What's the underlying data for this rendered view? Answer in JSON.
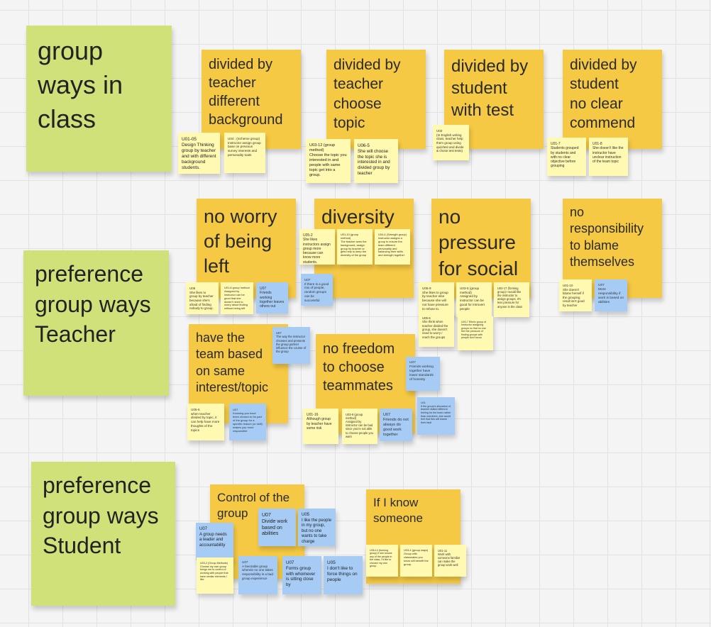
{
  "sections": {
    "group_ways": "group\nways in\nclass",
    "pref_teacher": "preference\ngroup ways\nTeacher",
    "pref_student": "preference\ngroup ways\nStudent"
  },
  "themes": {
    "div_teacher_bg": "divided by\nteacher\ndifferent\nbackground",
    "div_teacher_topic": "divided by\nteacher\nchoose\ntopic",
    "div_student_test": "divided by\nstudent\nwith test",
    "div_student_nocommend": "divided by\nstudent\nno clear\ncommend",
    "no_worry": "no worry\nof being\nleft",
    "diversity": "diversity",
    "no_pressure": "no\npressure\nfor social",
    "no_responsibility": "no\nresponsibility\nto blame\nthemselves",
    "same_interest": "have the\nteam based\non same\ninterest/topic",
    "no_freedom": "no freedom\nto choose\nteammates",
    "control_group": "Control of the\ngroup",
    "if_i_know": "If I know\nsomeone"
  },
  "notes": {
    "n1": "U01-05\nDesign Thinking group by teacher and with different background students.",
    "n2": "U04 : (Scheme group) Instructor assign group base on previous survey interests and personality traits",
    "n3": "U03-12 (group method)\nChoose the topic you interested in and people with same topic get into a group.",
    "n4": "U06-5\nShe will choose the topic she is interested in and divided group by teacher",
    "n5": "U03\n(In English writing class, teacher help them group using quiz/test and divide & chose test tests)",
    "n6": "U01-7\nStudents grouped by students and with no clear objective before grouping",
    "n7": "U01-8\nShe doesn't like the instructor have unclear instruction of the team topic",
    "n8": "U05-2\nShe likes instructors assign group more because can know more students.",
    "n9": "U01-10 (group method)\nThe teacher sees the background, assign group by teacher or gets help to keep the diversity of the group",
    "n10": "U04-4 (Strength group) Instructor assigns a group to ensure the team different personality and balancing their skills and strength together",
    "n11": "U07\nIf there is a good mix of people, random groups can be successful",
    "n12": "U05\nShe likes to group by teacher because she's afraid of finding nobody to group.",
    "n13": "U01-6 group method Assigned by instructor can be good that she doesn't need to worry about finding without being left",
    "n14": "U07\nFriends working together leaves others out",
    "n15": "U05-9\nShe likes to group by teacher else because she will not have pressure to refuse to.",
    "n16": "U03-5 (group method)\nAssigned by instructor can be good for Introvert people",
    "n17": "U02-17 (forming group) I would like the instructor to assign groups. It's less pressure for anyone in the class",
    "n18": "U05-6\nShe think when teacher divided the group, she doesn't need to worry / reach the groups",
    "n19": "U03-7 Ethnic group of Instructor assigning groups so that no one feel the pressure of finding groups with people don't know",
    "n20": "U01-10\nShe doesn't blame herself if the grouping result isn't good by teacher",
    "n21": "U07\nMore responsibility if work is based on abilities",
    "n22": "U07\nThe way the instructor chooses and presents the group partner influence the course of the group",
    "n23": "U05-5\nwhen teacher divided by topic, it can help have more thoughts of the topics",
    "n24": "U07\nKnowing you have been chosen to be part of the group for a specific reason (or skill) makes you more responsible",
    "n25": "U07\nFriends working together have lower standards of honesty",
    "n26": "U01\nIf the group's allocation of teacher stated different feeling for the team rather than members, she would feel that this will blame their fault",
    "n27": "U01-16\nAlthough group by teacher have some risk",
    "n28": "U03-9 (group method)\nAssigned by instructor can be bad since you're not able to choose people you want",
    "n29": "U07\nFriends do not always do good work together",
    "n30": "U07\nA group needs a leader and accountability",
    "n31": "U07\nDivide work based on abilities",
    "n32": "U05\nI like the people in my group, but no one wants to take charge",
    "n33": "U03-2 (Group Methods)\nChoose my own group brings me to control of working with people that have similar elements I like",
    "n34": "U07\nA favorable group wherein no one takes responsibility is a bad group experience",
    "n35": "U07\nForms group with whomever is sitting close by",
    "n36": "U05\nI don't like to force things on people",
    "n37": "U06-14 (forming group) If she knows any of the people in the class, I'd like to choose my own group.",
    "n38": "U03-4 (group ways) Group with classmates you know will benefit the group.",
    "n39": "U01-11\nWork with someone familiar can make the group work well"
  }
}
